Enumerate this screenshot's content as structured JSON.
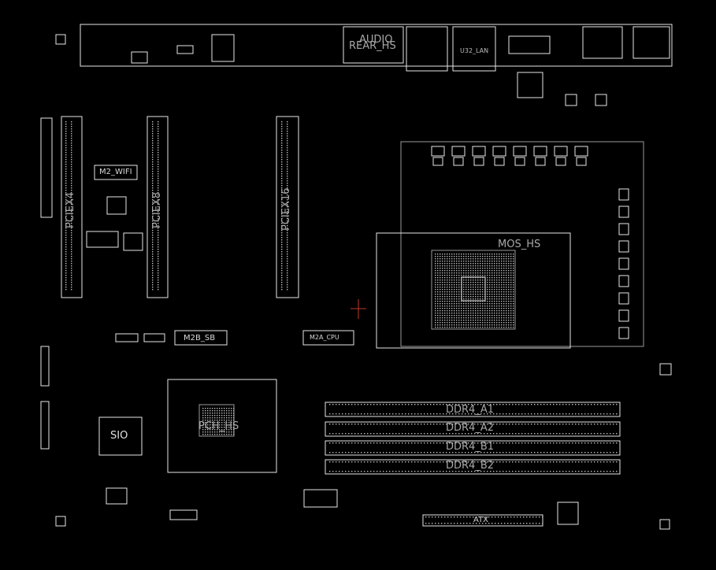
{
  "labels": {
    "audio": "AUDIO",
    "rear_hs": "REAR_HS",
    "u32_lan": "U32_LAN",
    "pciex4": "PCIEX4",
    "pciex8": "PCIEX8",
    "pciex16": "PCIEX16",
    "m2_wifi": "M2_WIFI",
    "mos_hs": "MOS_HS",
    "m2b_sb": "M2B_SB",
    "m2a_cpu": "M2A_CPU",
    "sio": "SIO",
    "pch_hs": "PCH_HS",
    "ddr4_a1": "DDR4_A1",
    "ddr4_a2": "DDR4_A2",
    "ddr4_b1": "DDR4_B1",
    "ddr4_b2": "DDR4_B2",
    "atx": "ATX"
  },
  "colors": {
    "background": "#000000",
    "outline": "#e6e6e6",
    "dim_outline": "#9a9a9a",
    "cursor": "#c0392b"
  }
}
